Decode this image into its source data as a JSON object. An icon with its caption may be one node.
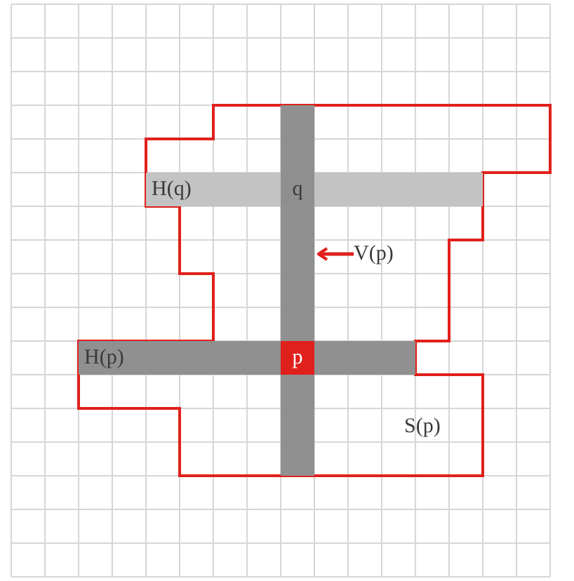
{
  "diagram": {
    "nodes": [
      {
        "text": [
          "S(p)"
        ]
      },
      {
        "text": [
          "H(q)"
        ],
        "in": 0
      },
      {
        "text": [
          "q"
        ]
      },
      {
        "text": [],
        "shape": "bar",
        "in": 0
      },
      {
        "text": [
          "V(p)"
        ],
        "in": 0
      },
      {
        "text": [
          "H(p)"
        ],
        "in": 0
      },
      {
        "text": [
          "p"
        ]
      }
    ],
    "edges": [
      {
        "from": 4,
        "to": 3,
        "arrow": "to",
        "color": "#e0201c"
      }
    ]
  }
}
